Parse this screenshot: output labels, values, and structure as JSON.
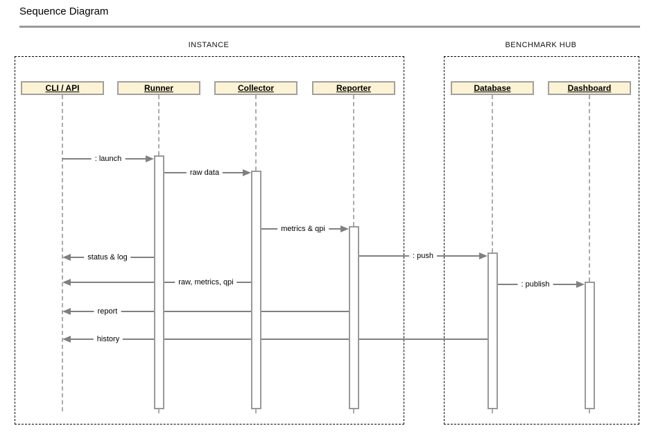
{
  "title": "Sequence Diagram",
  "frames": {
    "instance": {
      "label": "INSTANCE"
    },
    "hub": {
      "label": "BENCHMARK HUB"
    }
  },
  "lifelines": {
    "cli": {
      "label": "CLI / API"
    },
    "runner": {
      "label": "Runner"
    },
    "collector": {
      "label": "Collector"
    },
    "reporter": {
      "label": "Reporter"
    },
    "database": {
      "label": "Database"
    },
    "dashboard": {
      "label": "Dashboard"
    }
  },
  "messages": {
    "launch": {
      "label": ": launch",
      "from": "CLI / API",
      "to": "Runner",
      "direction": "right"
    },
    "raw_data": {
      "label": "raw data",
      "from": "Runner",
      "to": "Collector",
      "direction": "right"
    },
    "metrics": {
      "label": "metrics & qpi",
      "from": "Collector",
      "to": "Reporter",
      "direction": "right"
    },
    "status": {
      "label": "status & log",
      "from": "Runner",
      "to": "CLI / API",
      "direction": "left"
    },
    "push": {
      "label": ": push",
      "from": "Reporter",
      "to": "Database",
      "direction": "right"
    },
    "raw_all": {
      "label": "raw, metrics, qpi",
      "from": "Collector",
      "to": "CLI / API",
      "direction": "left"
    },
    "publish": {
      "label": ": publish",
      "from": "Database",
      "to": "Dashboard",
      "direction": "right"
    },
    "report": {
      "label": "report",
      "from": "Reporter",
      "to": "CLI / API",
      "direction": "left"
    },
    "history": {
      "label": "history",
      "from": "Database",
      "to": "CLI / API",
      "direction": "left"
    }
  },
  "colors": {
    "header_fill": "#fcf3d4",
    "header_border": "#a0a0a0",
    "arrow": "#808080",
    "lifeline": "#ababab",
    "frame_border": "#000000",
    "rule": "#999999"
  }
}
